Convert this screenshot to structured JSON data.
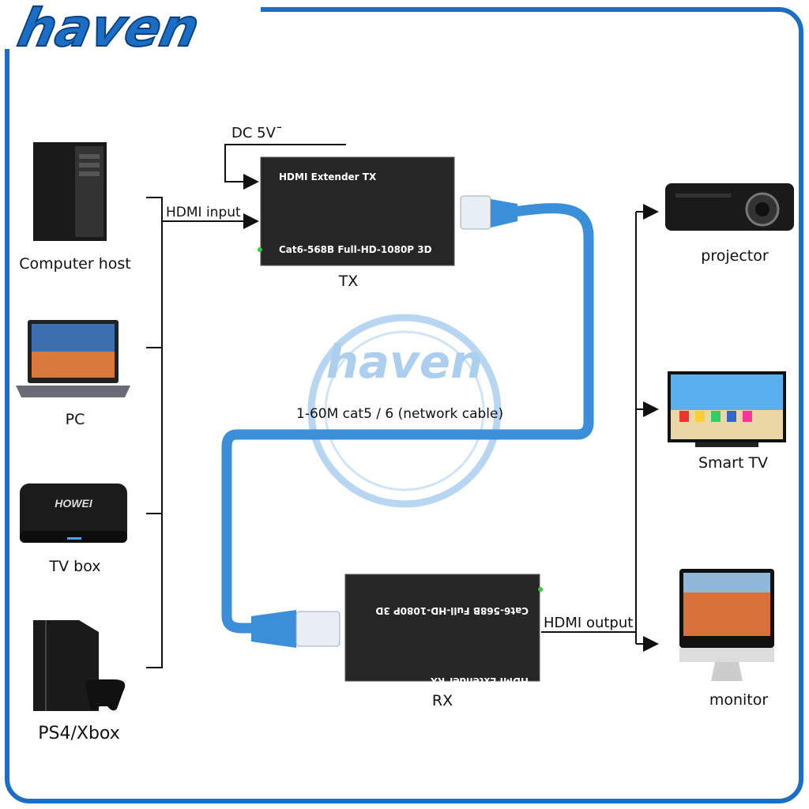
{
  "brand": {
    "logo_text": "haven",
    "watermark_text": "haven",
    "color": "#1a6fc4"
  },
  "sources": [
    {
      "label": "Computer host"
    },
    {
      "label": "PC"
    },
    {
      "label": "TV box",
      "device_text": "HOWEI"
    },
    {
      "label": "PS4/Xbox"
    }
  ],
  "tx": {
    "power_label": "DC 5Vˉ",
    "input_label": "HDMI input",
    "title": "HDMI Extender  TX",
    "spec": "Cat6-568B Full-HD-1080P 3D",
    "caption": "TX"
  },
  "cable": {
    "label": "1-60M cat5 / 6 (network cable)",
    "color": "#3a8fd8"
  },
  "rx": {
    "title": "HDMI Extender  RX",
    "spec": "Cat6-568B Full-HD-1080P 3D",
    "caption": "RX",
    "output_label": "HDMI output"
  },
  "outputs": [
    {
      "label": "projector"
    },
    {
      "label": "Smart TV"
    },
    {
      "label": "monitor"
    }
  ]
}
